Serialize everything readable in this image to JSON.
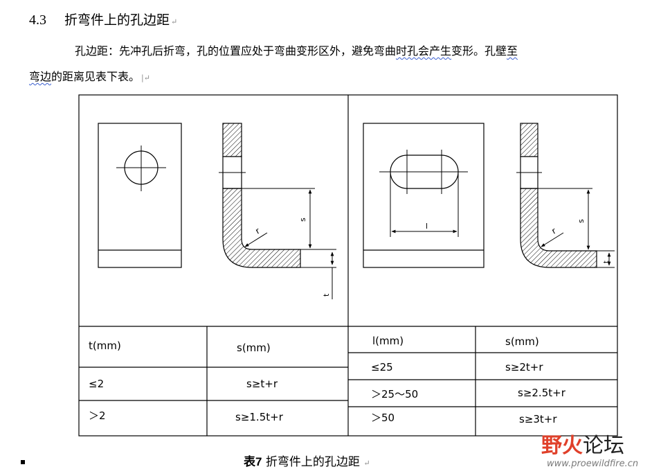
{
  "heading": {
    "number": "4.3",
    "title": "折弯件上的孔边距"
  },
  "paragraph": {
    "line1_a": "孔边距：先冲孔后折弯，孔的位置应处于弯曲变形区外，避免弯曲",
    "line1_b": "时孔会产生",
    "line1_c": "变形。孔壁",
    "line1_d": "至",
    "line2_a": "弯边",
    "line2_b": "的距离见表下表。"
  },
  "drawing_labels": {
    "left_r": "r",
    "left_s": "s",
    "left_t": "t",
    "right_l": "l",
    "right_r": "r",
    "right_s": "s",
    "right_t": "t"
  },
  "table_left": {
    "headers": [
      "t(mm)",
      "s(mm)"
    ],
    "rows": [
      [
        "≤2",
        "s≥t+r"
      ],
      [
        "＞2",
        "s≥1.5t+r"
      ]
    ]
  },
  "table_right": {
    "headers": [
      "l(mm)",
      "s(mm)"
    ],
    "rows": [
      [
        "≤25",
        "s≥2t+r"
      ],
      [
        "＞25～50",
        "s≥2.5t+r"
      ],
      [
        "＞50",
        "s≥3t+r"
      ]
    ]
  },
  "caption": {
    "label": "表7",
    "text": "折弯件上的孔边距"
  },
  "watermark": {
    "cn_a": "野",
    "cn_b": "火",
    "cn_c": "论坛",
    "url": "www.proewildfire.cn"
  },
  "colors": {
    "wavy_underline": "#3a5fd0",
    "watermark_red": "#e0402a",
    "watermark_dark": "#222222",
    "watermark_gray": "#7a7a7a"
  }
}
